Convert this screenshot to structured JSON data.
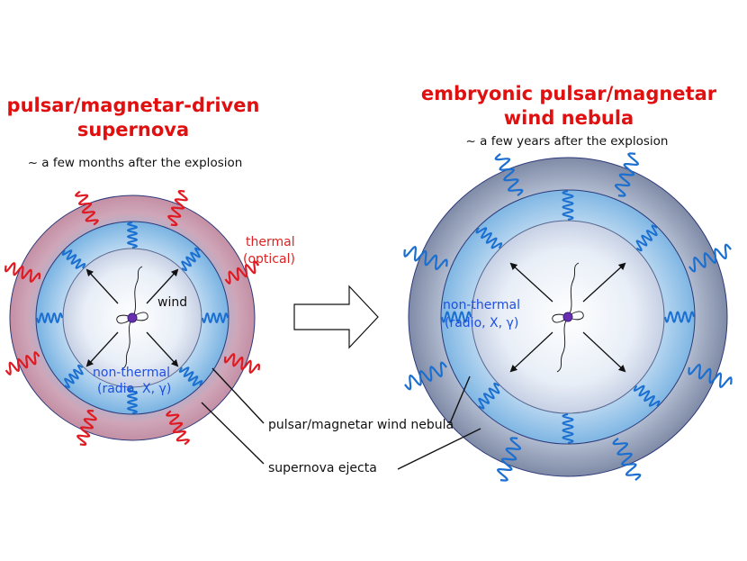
{
  "colors": {
    "title": "#e01010",
    "thermal_label": "#e02020",
    "nonthermal_label": "#1d4fe0",
    "red_wave": "#e01a22",
    "blue_wave": "#1a6fd0",
    "outline": "#2c3a7a",
    "pulsar": "#5a2aa0"
  },
  "left": {
    "title_line1": "pulsar/magnetar-driven",
    "title_line2": "supernova",
    "subtitle": "~ a few months after the explosion",
    "thermal_line1": "thermal",
    "thermal_line2": "(optical)",
    "wind": "wind",
    "nonthermal_line1": "non-thermal",
    "nonthermal_line2": "(radio, X, γ)"
  },
  "right": {
    "title_line1": "embryonic pulsar/magnetar",
    "title_line2": "wind nebula",
    "subtitle": "~ a few years after the explosion",
    "nonthermal_line1": "non-thermal",
    "nonthermal_line2": "(radio, X, γ)"
  },
  "callouts": {
    "pwn": "pulsar/magnetar wind nebula",
    "ejecta": "supernova ejecta"
  },
  "icons": [
    "right-arrow-icon",
    "pulsar-icon",
    "red-wave-icon",
    "blue-wave-icon"
  ]
}
